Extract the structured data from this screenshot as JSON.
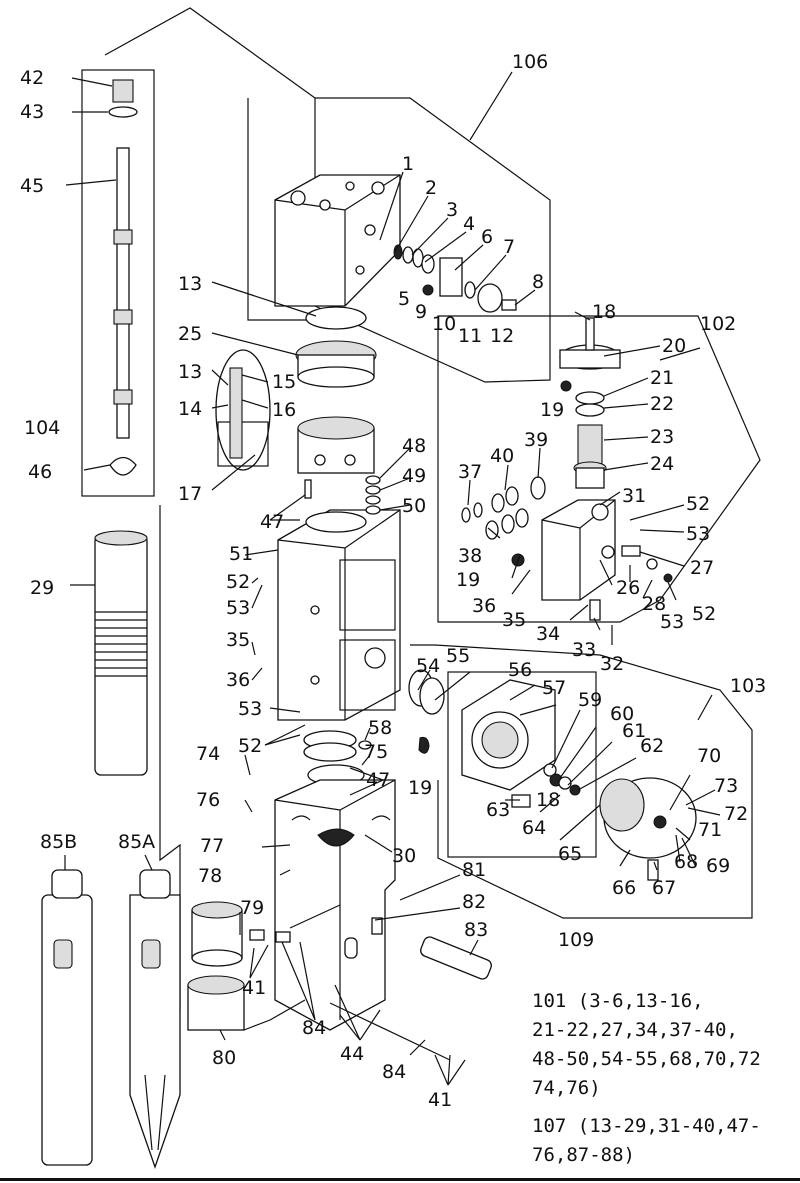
{
  "labels": {
    "l42": "42",
    "l43": "43",
    "l45": "45",
    "l104": "104",
    "l46": "46",
    "l29": "29",
    "l106": "106",
    "l1": "1",
    "l2": "2",
    "l3": "3",
    "l4": "4",
    "l5": "5",
    "l6": "6",
    "l7": "7",
    "l8": "8",
    "l9": "9",
    "l10": "10",
    "l11": "11",
    "l12": "12",
    "l13a": "13",
    "l13b": "13",
    "l25": "25",
    "l15": "15",
    "l14": "14",
    "l16": "16",
    "l17": "17",
    "l48": "48",
    "l49": "49",
    "l50": "50",
    "l47a": "47",
    "l47b": "47",
    "l51": "51",
    "l52a": "52",
    "l52b": "52",
    "l52c": "52",
    "l52d": "52",
    "l53a": "53",
    "l53b": "53",
    "l53c": "53",
    "l53d": "53",
    "l35a": "35",
    "l35b": "35",
    "l36a": "36",
    "l36b": "36",
    "l102": "102",
    "l18a": "18",
    "l18b": "18",
    "l20": "20",
    "l21": "21",
    "l22": "22",
    "l23": "23",
    "l24": "24",
    "l19a": "19",
    "l19b": "19",
    "l19c": "19",
    "l39": "39",
    "l40": "40",
    "l37": "37",
    "l38": "38",
    "l31": "31",
    "l26": "26",
    "l27": "27",
    "l28": "28",
    "l34": "34",
    "l33": "33",
    "l32": "32",
    "l54": "54",
    "l55": "55",
    "l56": "56",
    "l57": "57",
    "l59": "59",
    "l60": "60",
    "l61": "61",
    "l62": "62",
    "l63": "63",
    "l64": "64",
    "l65": "65",
    "l66": "66",
    "l67": "67",
    "l68": "68",
    "l69": "69",
    "l70": "70",
    "l71": "71",
    "l72": "72",
    "l73": "73",
    "l103": "103",
    "l109": "109",
    "l58": "58",
    "l75": "75",
    "l74": "74",
    "l76": "76",
    "l77": "77",
    "l78": "78",
    "l30": "30",
    "l81": "81",
    "l82": "82",
    "l83": "83",
    "l79": "79",
    "l41a": "41",
    "l41b": "41",
    "l84a": "84",
    "l84b": "84",
    "l44": "44",
    "l80": "80",
    "l85B": "85B",
    "l85A": "85A"
  },
  "notes": {
    "kit101": "101 (3-6,13-16,\n21-22,27,34,37-40,\n48-50,54-55,68,70,72\n74,76)",
    "kit107": "107 (13-29,31-40,47-\n76,87-88)"
  }
}
